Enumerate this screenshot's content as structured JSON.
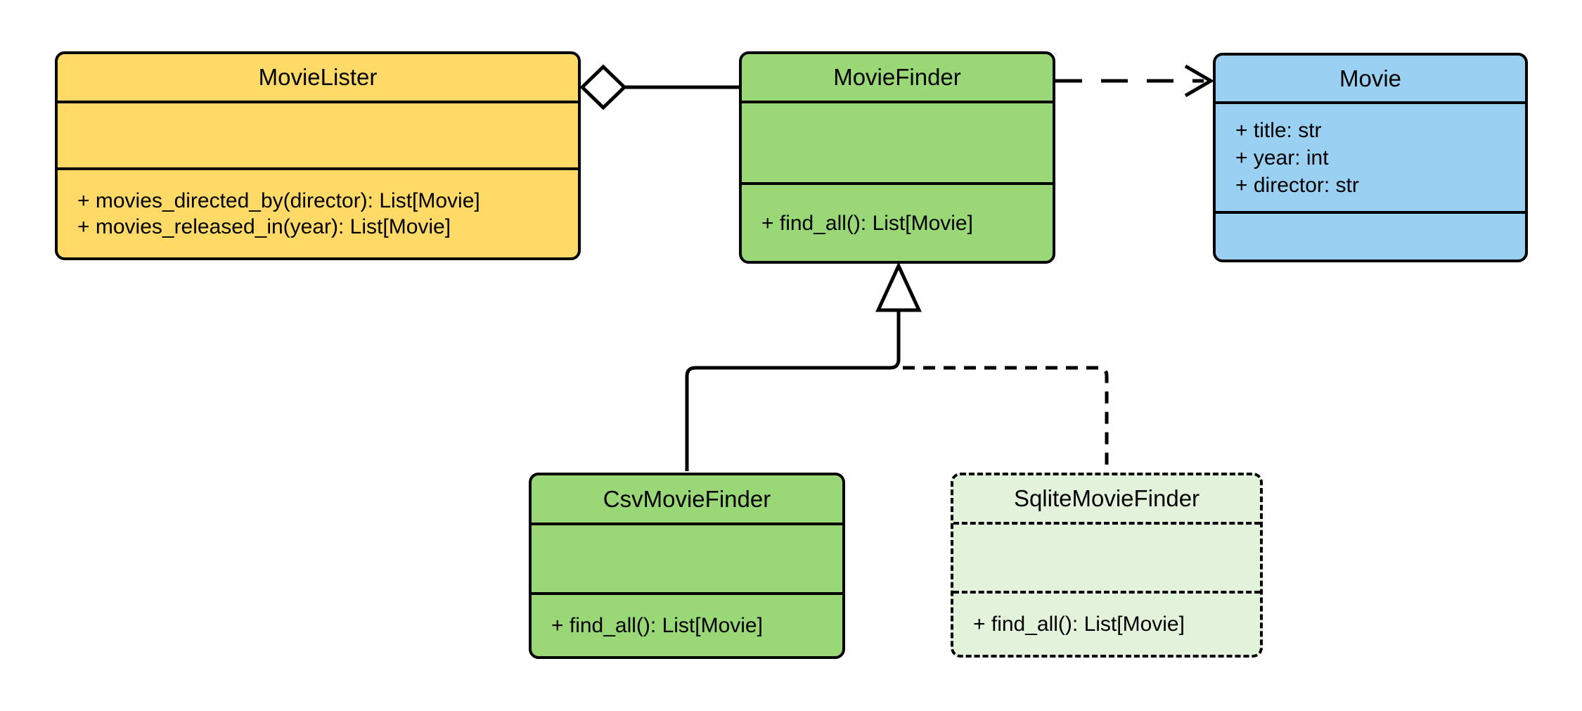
{
  "diagram": {
    "kind": "uml-class-diagram",
    "background": "#FFFFFF",
    "colors": {
      "yellow_fill": "#FFDA66",
      "green_fill": "#9AD877",
      "blue_fill": "#9AD1F2",
      "pale_green_fill": "#E3F2DB",
      "stroke": "#000000"
    },
    "classes": [
      {
        "name": "MovieLister",
        "fill": "#FFDA66",
        "border_style": "solid",
        "attributes": [],
        "methods": [
          "+ movies_directed_by(director): List[Movie]",
          "+ movies_released_in(year): List[Movie]"
        ]
      },
      {
        "name": "MovieFinder",
        "fill": "#9AD877",
        "border_style": "solid",
        "attributes": [],
        "methods": [
          "+ find_all(): List[Movie]"
        ]
      },
      {
        "name": "Movie",
        "fill": "#9AD1F2",
        "border_style": "solid",
        "attributes": [
          "+ title: str",
          "+ year: int",
          "+ director: str"
        ],
        "methods": []
      },
      {
        "name": "CsvMovieFinder",
        "fill": "#9AD877",
        "border_style": "solid",
        "attributes": [],
        "methods": [
          "+ find_all(): List[Movie]"
        ]
      },
      {
        "name": "SqliteMovieFinder",
        "fill": "#E3F2DB",
        "border_style": "dashed",
        "attributes": [],
        "methods": [
          "+ find_all(): List[Movie]"
        ]
      }
    ],
    "relationships": [
      {
        "from": "MovieLister",
        "to": "MovieFinder",
        "type": "aggregation",
        "line": "solid",
        "marker": "hollow-diamond-at-movielister"
      },
      {
        "from": "MovieFinder",
        "to": "Movie",
        "type": "dependency",
        "line": "dashed",
        "marker": "open-arrow-at-movie"
      },
      {
        "from": "CsvMovieFinder",
        "to": "MovieFinder",
        "type": "generalization",
        "line": "solid",
        "marker": "hollow-triangle-at-moviefinder"
      },
      {
        "from": "SqliteMovieFinder",
        "to": "MovieFinder",
        "type": "generalization",
        "line": "dashed",
        "marker": "hollow-triangle-at-moviefinder"
      }
    ]
  }
}
